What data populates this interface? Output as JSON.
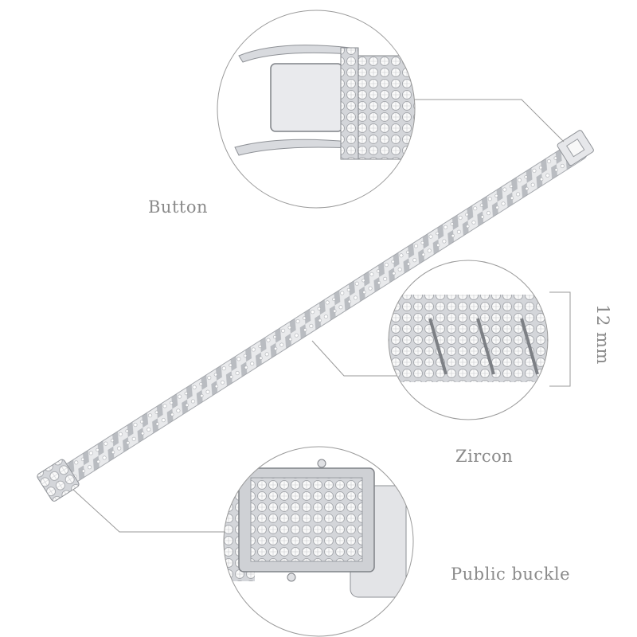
{
  "labels": {
    "button": "Button",
    "zircon": "Zircon",
    "buckle": "Public buckle",
    "size": "12 mm"
  },
  "colors": {
    "metal": "#c9ccd0",
    "stone": "#f4f5f7",
    "line": "#9a9a9a",
    "text": "#8a8a8a"
  }
}
